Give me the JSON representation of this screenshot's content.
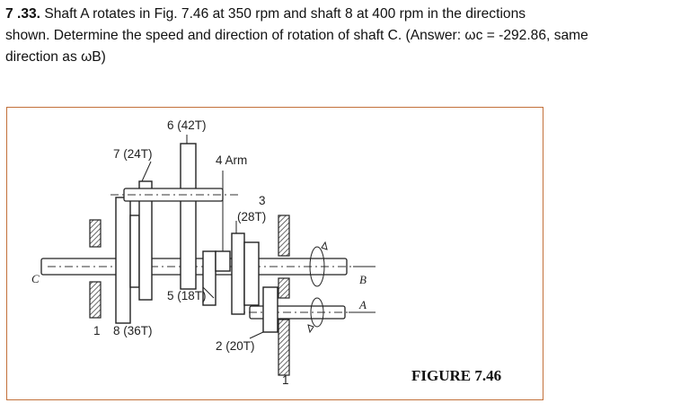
{
  "problem": {
    "number": "7 .33.",
    "line1": " Shaft A rotates in Fig. 7.46 at 350 rpm and shaft 8 at 400 rpm in the directions",
    "line2": "shown. Determine the speed and direction of rotation of shaft C. (Answer: ωc = -292.86, same",
    "line3": "direction as ωB)"
  },
  "figure": {
    "title": "FIGURE 7.46",
    "labels": {
      "gear6": "6 (42T)",
      "gear7": "7 (24T)",
      "arm": "4 Arm",
      "gear3_num": "3",
      "gear3_teeth": "(28T)",
      "gear5": "5 (18T)",
      "gear8": "8 (36T)",
      "gear2": "2 (20T)",
      "frame_left": "1",
      "frame_right": "1",
      "shaft_c": "C",
      "shaft_b": "B",
      "shaft_a": "A"
    }
  }
}
